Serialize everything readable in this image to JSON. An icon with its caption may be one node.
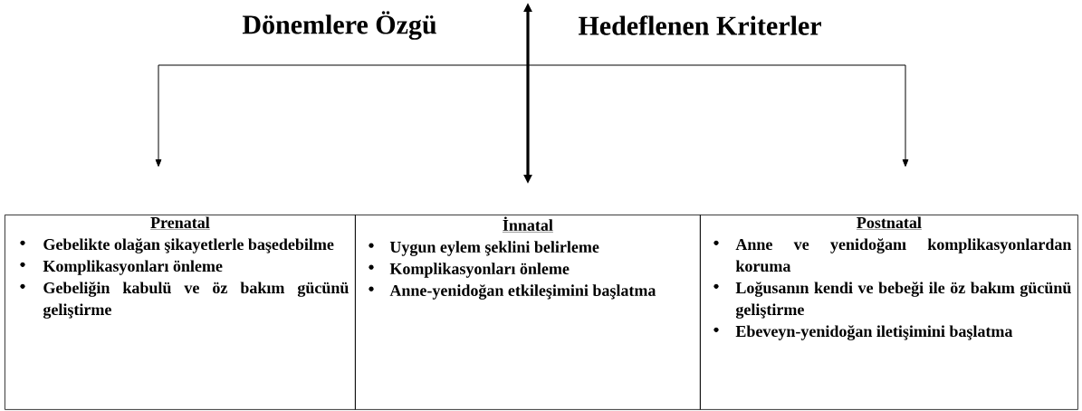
{
  "diagram": {
    "nodes": [
      {
        "text": [
          "Prenatal",
          "Gebelikte olağan şikayetlerle başedebilme",
          "Komplikasyonları önleme",
          "Gebeliğin kabulü ve öz bakım gücünü geliştirme"
        ]
      },
      {
        "text": [
          "İnnatal",
          "Uygun eylem şeklini belirleme",
          "Komplikasyonları önleme",
          "Anne-yenidoğan etkileşimini başlatma"
        ]
      },
      {
        "text": [
          "Postnatal",
          "Anne ve yenidoğanı komplikasyonlardan koruma",
          "Loğusanın kendi ve bebeği ile öz bakım gücünü geliştirme",
          "Ebeveyn-yenidoğan iletişimini başlatma"
        ]
      }
    ],
    "edges": [
      {
        "from": null,
        "to": 0,
        "arrow": "to"
      },
      {
        "from": null,
        "to": 1,
        "arrow": "both",
        "style": "thick"
      },
      {
        "from": null,
        "to": 2,
        "arrow": "to"
      }
    ],
    "labels": [
      "Dönemlere Özgü",
      "Hedeflenen Kriterler"
    ]
  }
}
